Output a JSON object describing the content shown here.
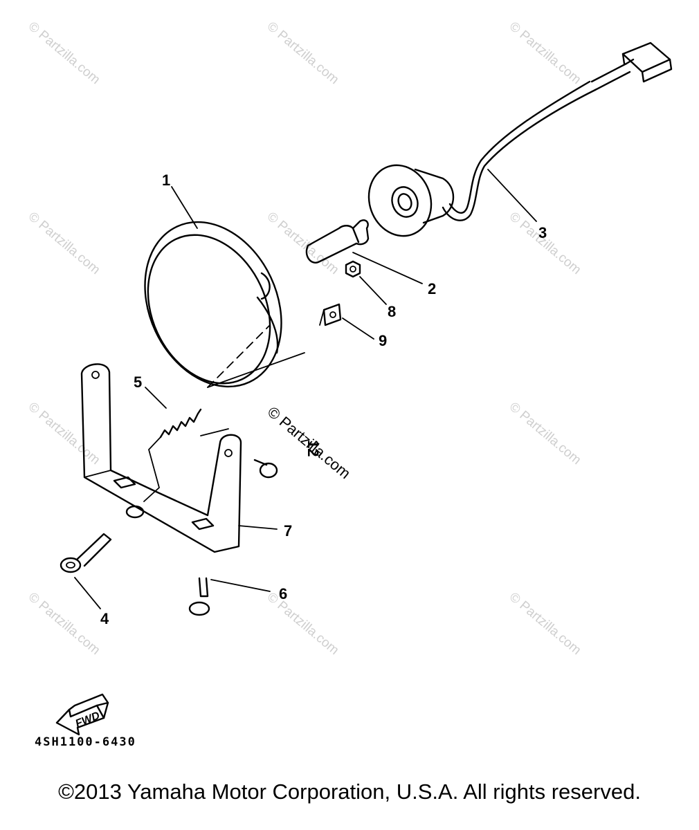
{
  "diagram": {
    "callouts": [
      "1",
      "2",
      "3",
      "4",
      "5",
      "6",
      "7",
      "8",
      "9",
      "12"
    ],
    "fwd_label": "FWD",
    "part_code": "4SH1100-6430",
    "watermark": "© Partzilla.com",
    "copyright": "©2013  Yamaha Motor Corporation, U.S.A. All rights reserved."
  }
}
